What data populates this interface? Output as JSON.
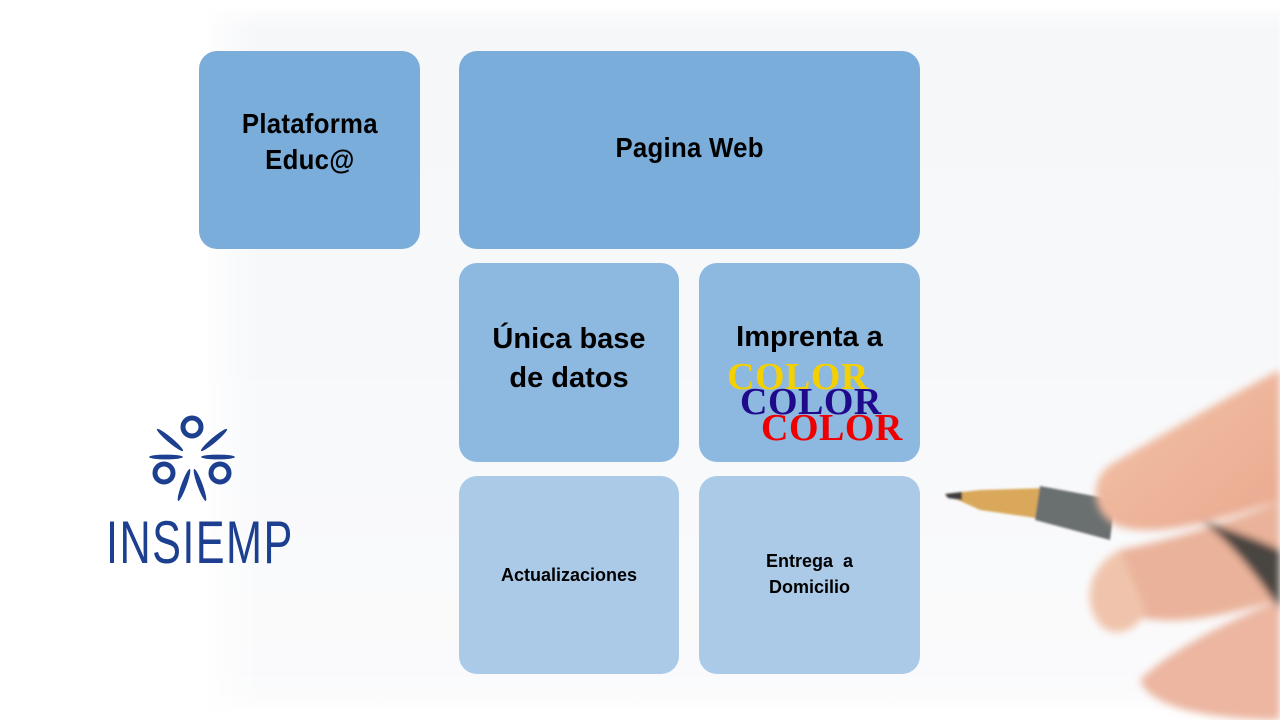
{
  "slide": {
    "tiles": {
      "plataforma": {
        "line1": "Plataforma",
        "line2": "Educ@"
      },
      "pagina_web": {
        "label": "Pagina Web"
      },
      "unica_base": {
        "line1": "Única base",
        "line2": "de datos"
      },
      "imprenta": {
        "title": "Imprenta a",
        "color_words": [
          "COLOR",
          "COLOR",
          "COLOR"
        ],
        "color_word_colors": [
          "#f5d000",
          "#1f0a8c",
          "#ee0000"
        ]
      },
      "actualizaciones": {
        "label": "Actualizaciones"
      },
      "entrega": {
        "line1": "Entrega  a",
        "line2": "Domicilio"
      }
    },
    "logo": {
      "name": "INSIEMP",
      "color": "#1d3f8f",
      "icon": "insiemp-people-logo-icon"
    },
    "image": {
      "description": "hand-holding-pencil-icon"
    },
    "colors": {
      "tile_dark": "#7aadda",
      "tile_mid": "#8db8e0",
      "tile_light": "#abcae8"
    }
  }
}
